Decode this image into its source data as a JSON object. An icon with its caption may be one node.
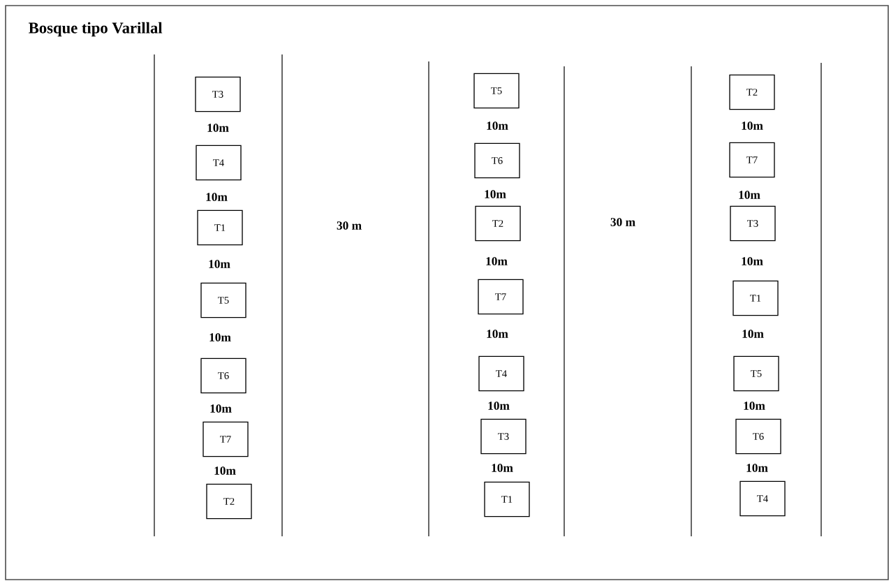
{
  "diagram": {
    "title": "Bosque tipo Varillal",
    "nodes": [
      {
        "text": [
          "T3"
        ]
      },
      {
        "text": [
          "T4"
        ]
      },
      {
        "text": [
          "T1"
        ]
      },
      {
        "text": [
          "T5"
        ]
      },
      {
        "text": [
          "T6"
        ]
      },
      {
        "text": [
          "T7"
        ]
      },
      {
        "text": [
          "T2"
        ]
      },
      {
        "text": [
          "T5"
        ]
      },
      {
        "text": [
          "T6"
        ]
      },
      {
        "text": [
          "T2"
        ]
      },
      {
        "text": [
          "T7"
        ]
      },
      {
        "text": [
          "T4"
        ]
      },
      {
        "text": [
          "T3"
        ]
      },
      {
        "text": [
          "T1"
        ]
      },
      {
        "text": [
          "T2"
        ]
      },
      {
        "text": [
          "T7"
        ]
      },
      {
        "text": [
          "T3"
        ]
      },
      {
        "text": [
          "T1"
        ]
      },
      {
        "text": [
          "T5"
        ]
      },
      {
        "text": [
          "T6"
        ]
      },
      {
        "text": [
          "T4"
        ]
      }
    ],
    "labels": [
      "10m",
      "10m",
      "10m",
      "10m",
      "10m",
      "10m",
      "30 m",
      "10m",
      "10m",
      "10m",
      "10m",
      "10m",
      "10m",
      "30 m",
      "10m",
      "10m",
      "10m",
      "10m",
      "10m",
      "10m"
    ]
  }
}
